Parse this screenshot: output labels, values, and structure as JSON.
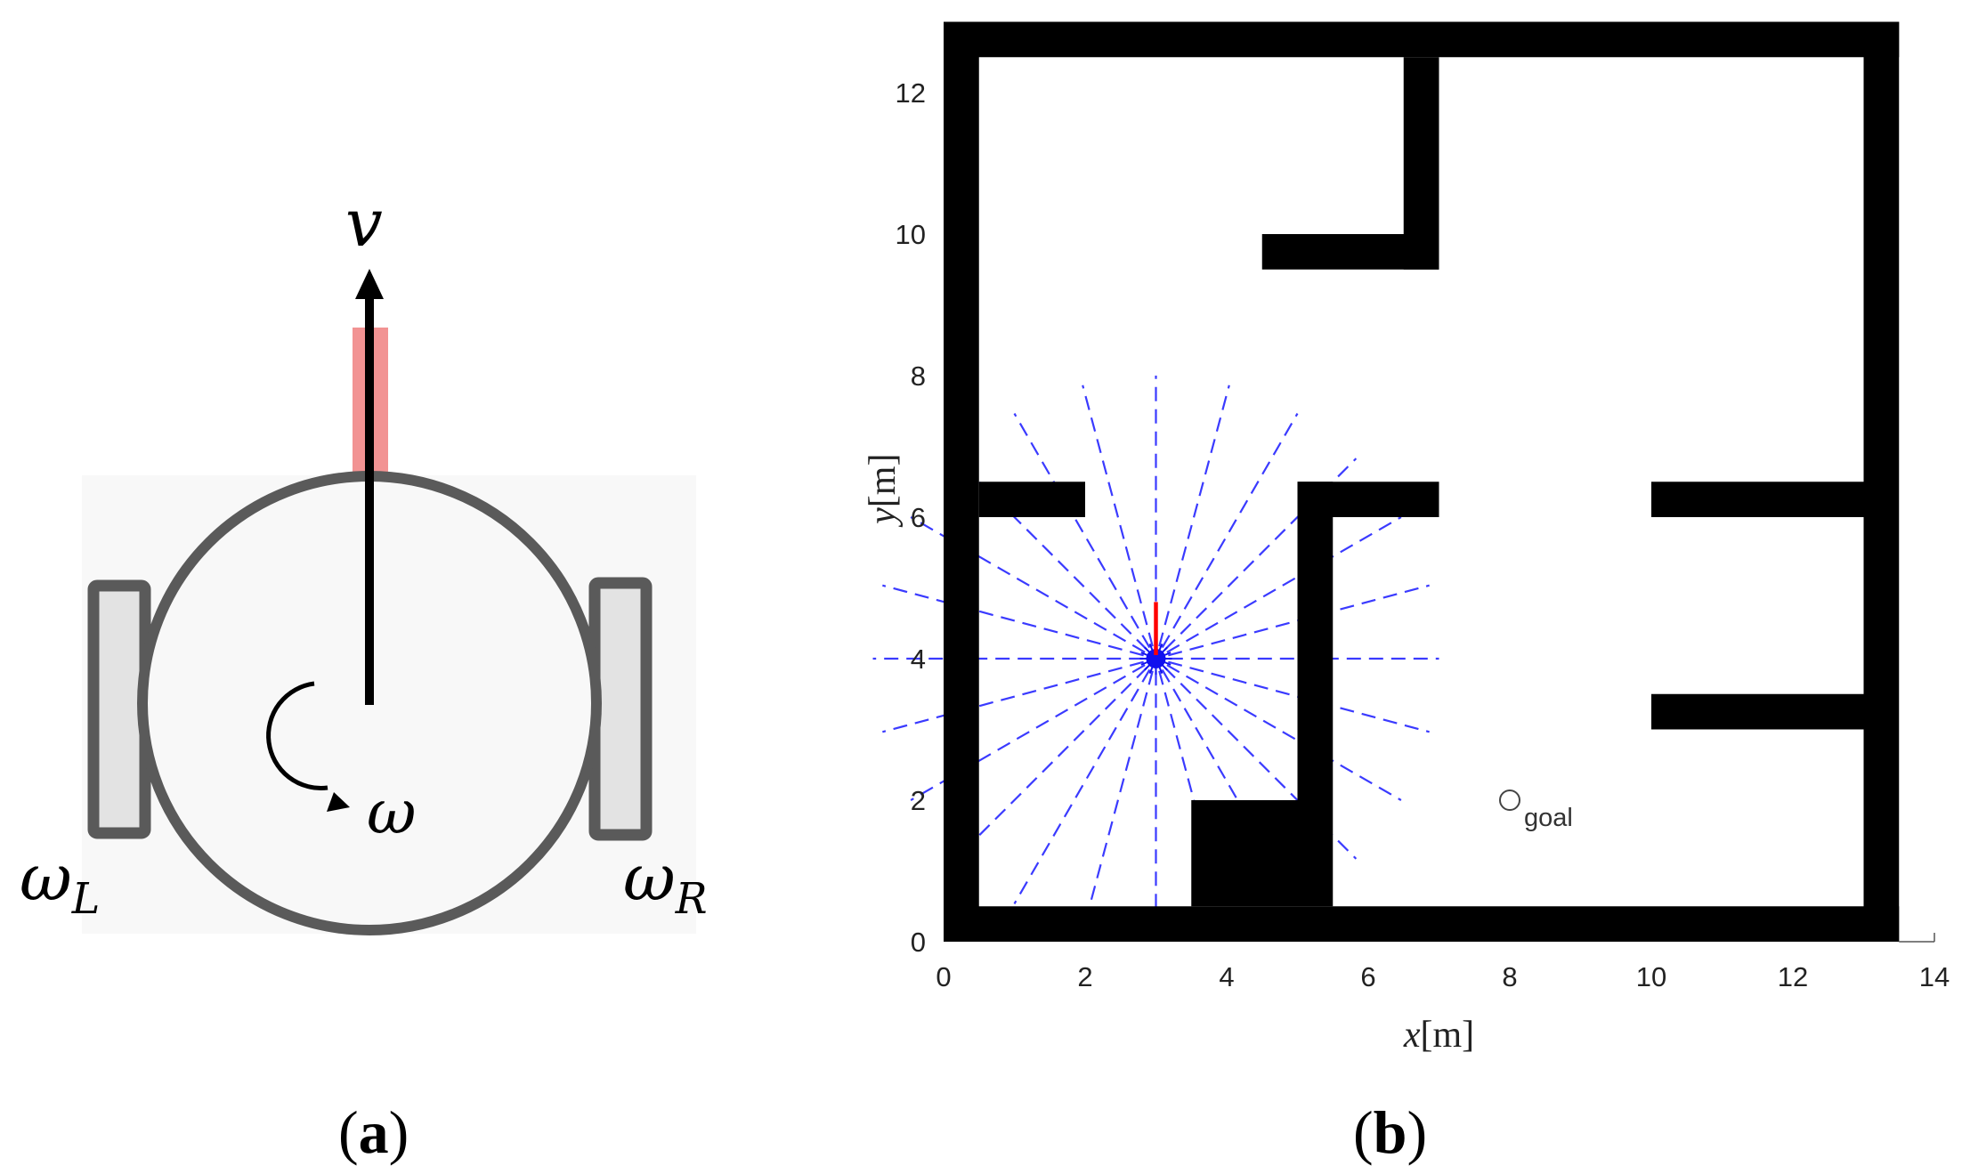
{
  "panel_a": {
    "caption_letter": "a",
    "labels": {
      "velocity": "v",
      "angular_velocity": "ω",
      "left_wheel_main": "ω",
      "left_wheel_sub": "L",
      "right_wheel_main": "ω",
      "right_wheel_sub": "R"
    },
    "colors": {
      "robot_body": "#5a5a5a",
      "wheel_fill": "#e3e3e3",
      "heading_highlight": "#f08080",
      "background": "#f8f8f8"
    }
  },
  "panel_b": {
    "caption_letter": "b",
    "x_label_var": "x",
    "x_label_unit": "[m]",
    "y_label_var": "y",
    "y_label_unit": "[m]",
    "x_ticks": [
      "0",
      "2",
      "4",
      "6",
      "8",
      "10",
      "12",
      "14"
    ],
    "y_ticks": [
      "0",
      "2",
      "4",
      "6",
      "8",
      "10",
      "12"
    ],
    "goal_label": "goal",
    "colors": {
      "walls": "#000000",
      "lidar_rays": "#3a3aff",
      "robot": "#1010ee",
      "heading": "#ff0000"
    }
  },
  "chart_data": {
    "type": "map",
    "xlim": [
      0,
      14
    ],
    "ylim": [
      0,
      13
    ],
    "xticks": [
      0,
      2,
      4,
      6,
      8,
      10,
      12,
      14
    ],
    "yticks": [
      0,
      2,
      4,
      6,
      8,
      10,
      12
    ],
    "walls": [
      {
        "x": [
          0,
          13.5
        ],
        "y": [
          0,
          0.5
        ]
      },
      {
        "x": [
          0,
          13.5
        ],
        "y": [
          12.5,
          13
        ]
      },
      {
        "x": [
          0,
          0.5
        ],
        "y": [
          0,
          13
        ]
      },
      {
        "x": [
          13,
          13.5
        ],
        "y": [
          0,
          13
        ]
      },
      {
        "x": [
          6.5,
          7
        ],
        "y": [
          9.5,
          12.5
        ]
      },
      {
        "x": [
          4.5,
          7
        ],
        "y": [
          9.5,
          10
        ]
      },
      {
        "x": [
          0.5,
          2
        ],
        "y": [
          6,
          6.5
        ]
      },
      {
        "x": [
          5,
          5.5
        ],
        "y": [
          0.5,
          6.5
        ]
      },
      {
        "x": [
          5,
          7
        ],
        "y": [
          6,
          6.5
        ]
      },
      {
        "x": [
          10,
          13
        ],
        "y": [
          6,
          6.5
        ]
      },
      {
        "x": [
          10,
          13
        ],
        "y": [
          3,
          3.5
        ]
      },
      {
        "x": [
          3.5,
          5
        ],
        "y": [
          0.5,
          2
        ]
      }
    ],
    "robot": {
      "x": 3,
      "y": 4,
      "heading_deg": 90
    },
    "goal": {
      "x": 8,
      "y": 2
    },
    "lidar": {
      "ray_count": 24,
      "ray_angles_deg": [
        0,
        15,
        30,
        45,
        60,
        75,
        90,
        105,
        120,
        135,
        150,
        165,
        180,
        195,
        210,
        225,
        240,
        255,
        270,
        285,
        300,
        315,
        330,
        345
      ],
      "max_range_m": 4
    }
  }
}
